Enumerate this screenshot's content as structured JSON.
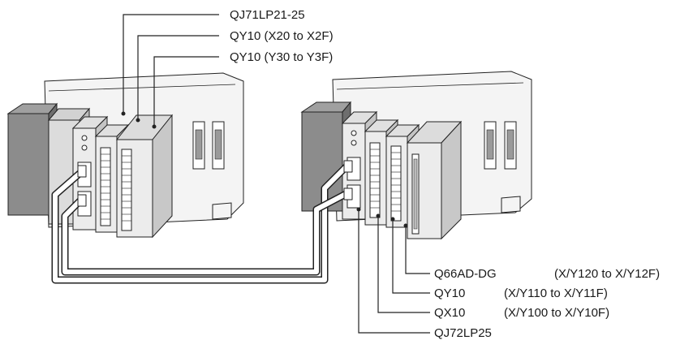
{
  "labels": {
    "top": [
      "QJ71LP21-25",
      "QY10 (X20 to X2F)",
      "QY10 (Y30 to Y3F)"
    ],
    "bottom": [
      {
        "model": "Q66AD-DG",
        "range": "(X/Y120 to X/Y12F)"
      },
      {
        "model": "QY10",
        "range": "(X/Y110 to X/Y11F)"
      },
      {
        "model": "QX10",
        "range": "(X/Y100 to X/Y10F)"
      },
      {
        "model": "QJ72LP25",
        "range": ""
      }
    ]
  },
  "colors": {
    "module_face": "#e6e6e6",
    "module_side": "#b9b9b9",
    "power_supply": "#8c8c8c",
    "base": "#f4f4f4",
    "outline": "#222222",
    "cable": "#ffffff"
  }
}
